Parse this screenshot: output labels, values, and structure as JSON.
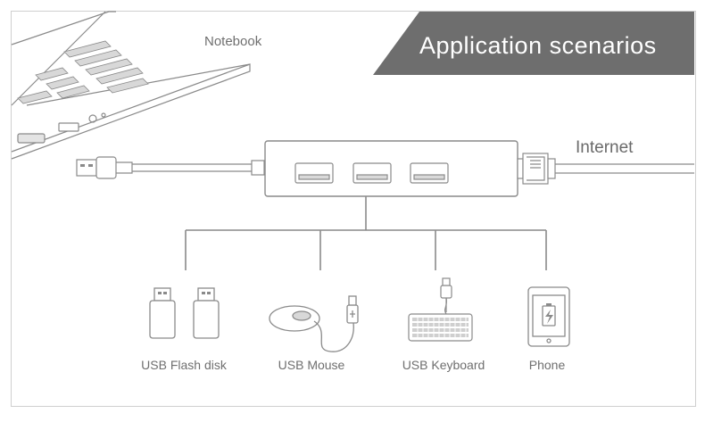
{
  "banner": {
    "title": "Application scenarios"
  },
  "labels": {
    "notebook": "Notebook",
    "internet": "Internet"
  },
  "devices": [
    {
      "label": "USB Flash disk",
      "icon": "usb-flash-disk-icon"
    },
    {
      "label": "USB Mouse",
      "icon": "usb-mouse-icon"
    },
    {
      "label": "USB Keyboard",
      "icon": "usb-keyboard-icon"
    },
    {
      "label": "Phone",
      "icon": "phone-icon"
    }
  ],
  "colors": {
    "banner": "#6e6e6e",
    "line": "#8a8a8a",
    "text": "#6f6f6f"
  }
}
